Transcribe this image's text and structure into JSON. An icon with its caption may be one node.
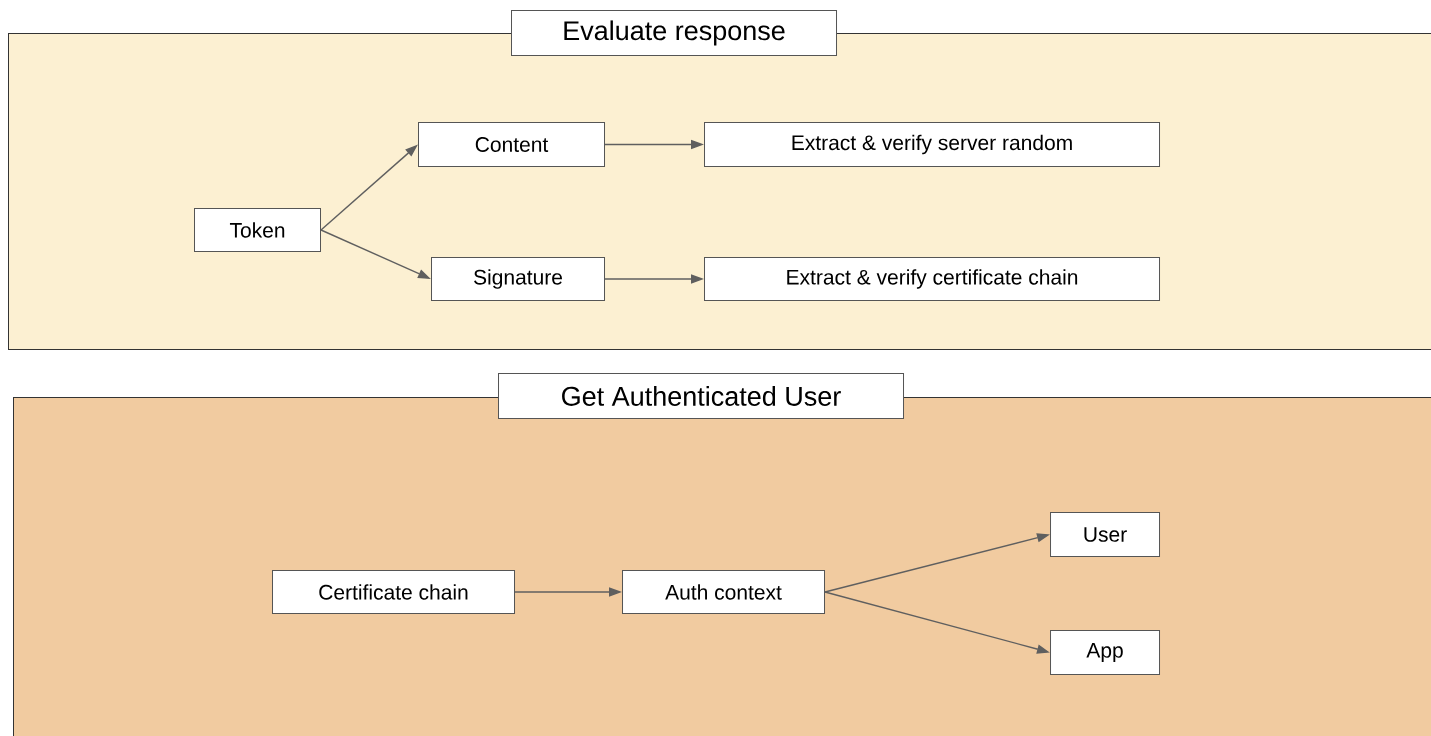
{
  "diagram": {
    "nodes": [
      {
        "text": [],
        "shape": "box"
      },
      {
        "text": [
          "Evaluate response"
        ]
      },
      {
        "text": [
          "Token"
        ],
        "in": 0
      },
      {
        "text": [
          "Content"
        ],
        "in": 0
      },
      {
        "text": [
          "Extract & verify server random"
        ],
        "in": 0
      },
      {
        "text": [
          "Signature"
        ],
        "in": 0
      },
      {
        "text": [
          "Extract & verify certificate chain"
        ],
        "in": 0
      },
      {
        "text": [],
        "shape": "box"
      },
      {
        "text": [
          "Get Authenticated User"
        ]
      },
      {
        "text": [
          "Certificate chain"
        ],
        "in": 7
      },
      {
        "text": [
          "Auth context"
        ],
        "in": 7
      },
      {
        "text": [
          "User"
        ],
        "in": 7
      },
      {
        "text": [
          "App"
        ],
        "in": 7
      }
    ],
    "edges": [
      {
        "from": 2,
        "to": 3,
        "arrow": "to"
      },
      {
        "from": 2,
        "to": 5,
        "arrow": "to"
      },
      {
        "from": 3,
        "to": 4,
        "arrow": "to"
      },
      {
        "from": 5,
        "to": 6,
        "arrow": "to"
      },
      {
        "from": 9,
        "to": 10,
        "arrow": "to"
      },
      {
        "from": 10,
        "to": 11,
        "arrow": "to"
      },
      {
        "from": 10,
        "to": 12,
        "arrow": "to"
      }
    ]
  }
}
